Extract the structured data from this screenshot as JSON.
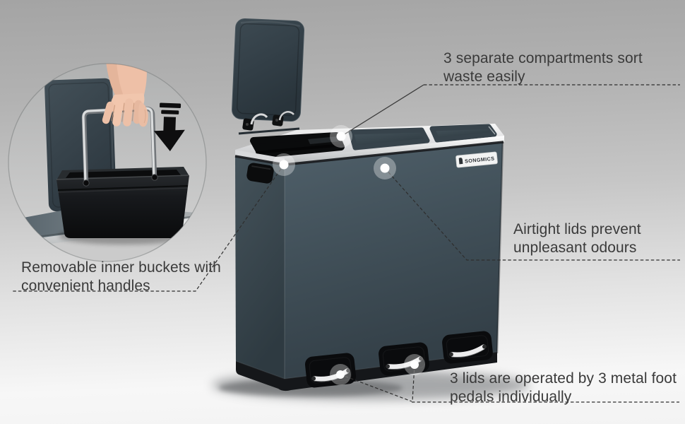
{
  "brand": {
    "logo_text": "SONGMICS"
  },
  "callouts": {
    "compartments": {
      "lines": [
        "3 separate compartments sort",
        "waste easily"
      ]
    },
    "airtight": {
      "lines": [
        "Airtight lids prevent",
        "unpleasant odours"
      ]
    },
    "buckets": {
      "lines": [
        "Removable inner buckets with",
        "convenient handles"
      ]
    },
    "pedals": {
      "lines": [
        "3 lids are operated by 3 metal foot",
        "pedals individually"
      ]
    }
  },
  "icons": {
    "inset_arrow": "down-arrow-icon",
    "callout_marker": "white-dot-icon"
  },
  "colors": {
    "background_top": "#a4a4a4",
    "background_bottom": "#f6f6f6",
    "bin_body": "#46555d",
    "bin_lids": "#36434a",
    "steel_rim": "#eceded",
    "pedal_chrome": "#ececee",
    "bucket_black": "#141619",
    "callout_text": "#3a3a3a",
    "connector_line": "#2e2e2e"
  }
}
